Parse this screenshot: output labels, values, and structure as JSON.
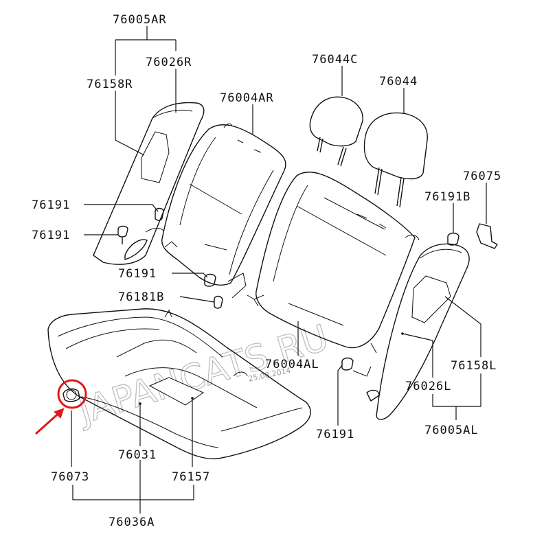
{
  "watermark": {
    "text": "JAPANCATS.RU",
    "date": "25.08.2014"
  },
  "labels": {
    "p76005AR": "76005AR",
    "p76026R": "76026R",
    "p76158R": "76158R",
    "p76004AR": "76004AR",
    "p76044C": "76044C",
    "p76044": "76044",
    "p76075": "76075",
    "p76191B_right": "76191B",
    "p76191_a": "76191",
    "p76191_b": "76191",
    "p76191_c": "76191",
    "p76181B": "76181B",
    "p76004AL": "76004AL",
    "p76158L": "76158L",
    "p76026L": "76026L",
    "p76005AL": "76005AL",
    "p76191_d": "76191",
    "p76031": "76031",
    "p76073": "76073",
    "p76157": "76157",
    "p76036A": "76036A"
  },
  "highlight": {
    "color": "#e01818",
    "target": "76073"
  }
}
